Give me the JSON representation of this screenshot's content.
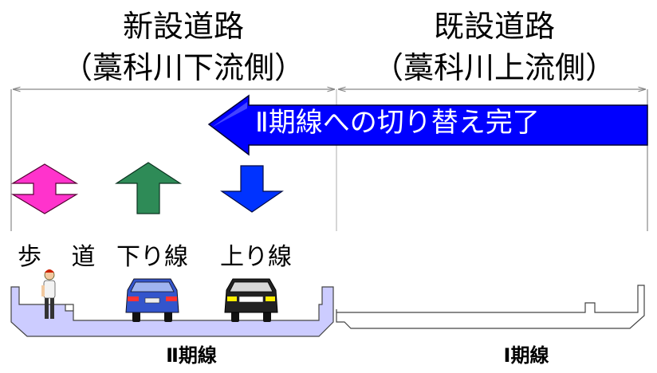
{
  "new_road": {
    "title": "新設道路",
    "subtitle": "（藁科川下流側）"
  },
  "existing_road": {
    "title": "既設道路",
    "subtitle": "（藁科川上流側）"
  },
  "banner": {
    "text": "Ⅱ期線への切り替え完了",
    "color": "#0000ff"
  },
  "lanes": {
    "sidewalk": "歩 道",
    "down_line": "下り線",
    "up_line": "上り線"
  },
  "phases": {
    "phase_2": "Ⅱ期線",
    "phase_1": "Ⅰ期線"
  },
  "colors": {
    "sidewalk_arrow": "#ff33cc",
    "down_arrow": "#2e8b57",
    "up_arrow": "#0033ff",
    "new_road_fill": "#ccccff",
    "car_down": "#3355cc",
    "car_up": "#222222"
  }
}
